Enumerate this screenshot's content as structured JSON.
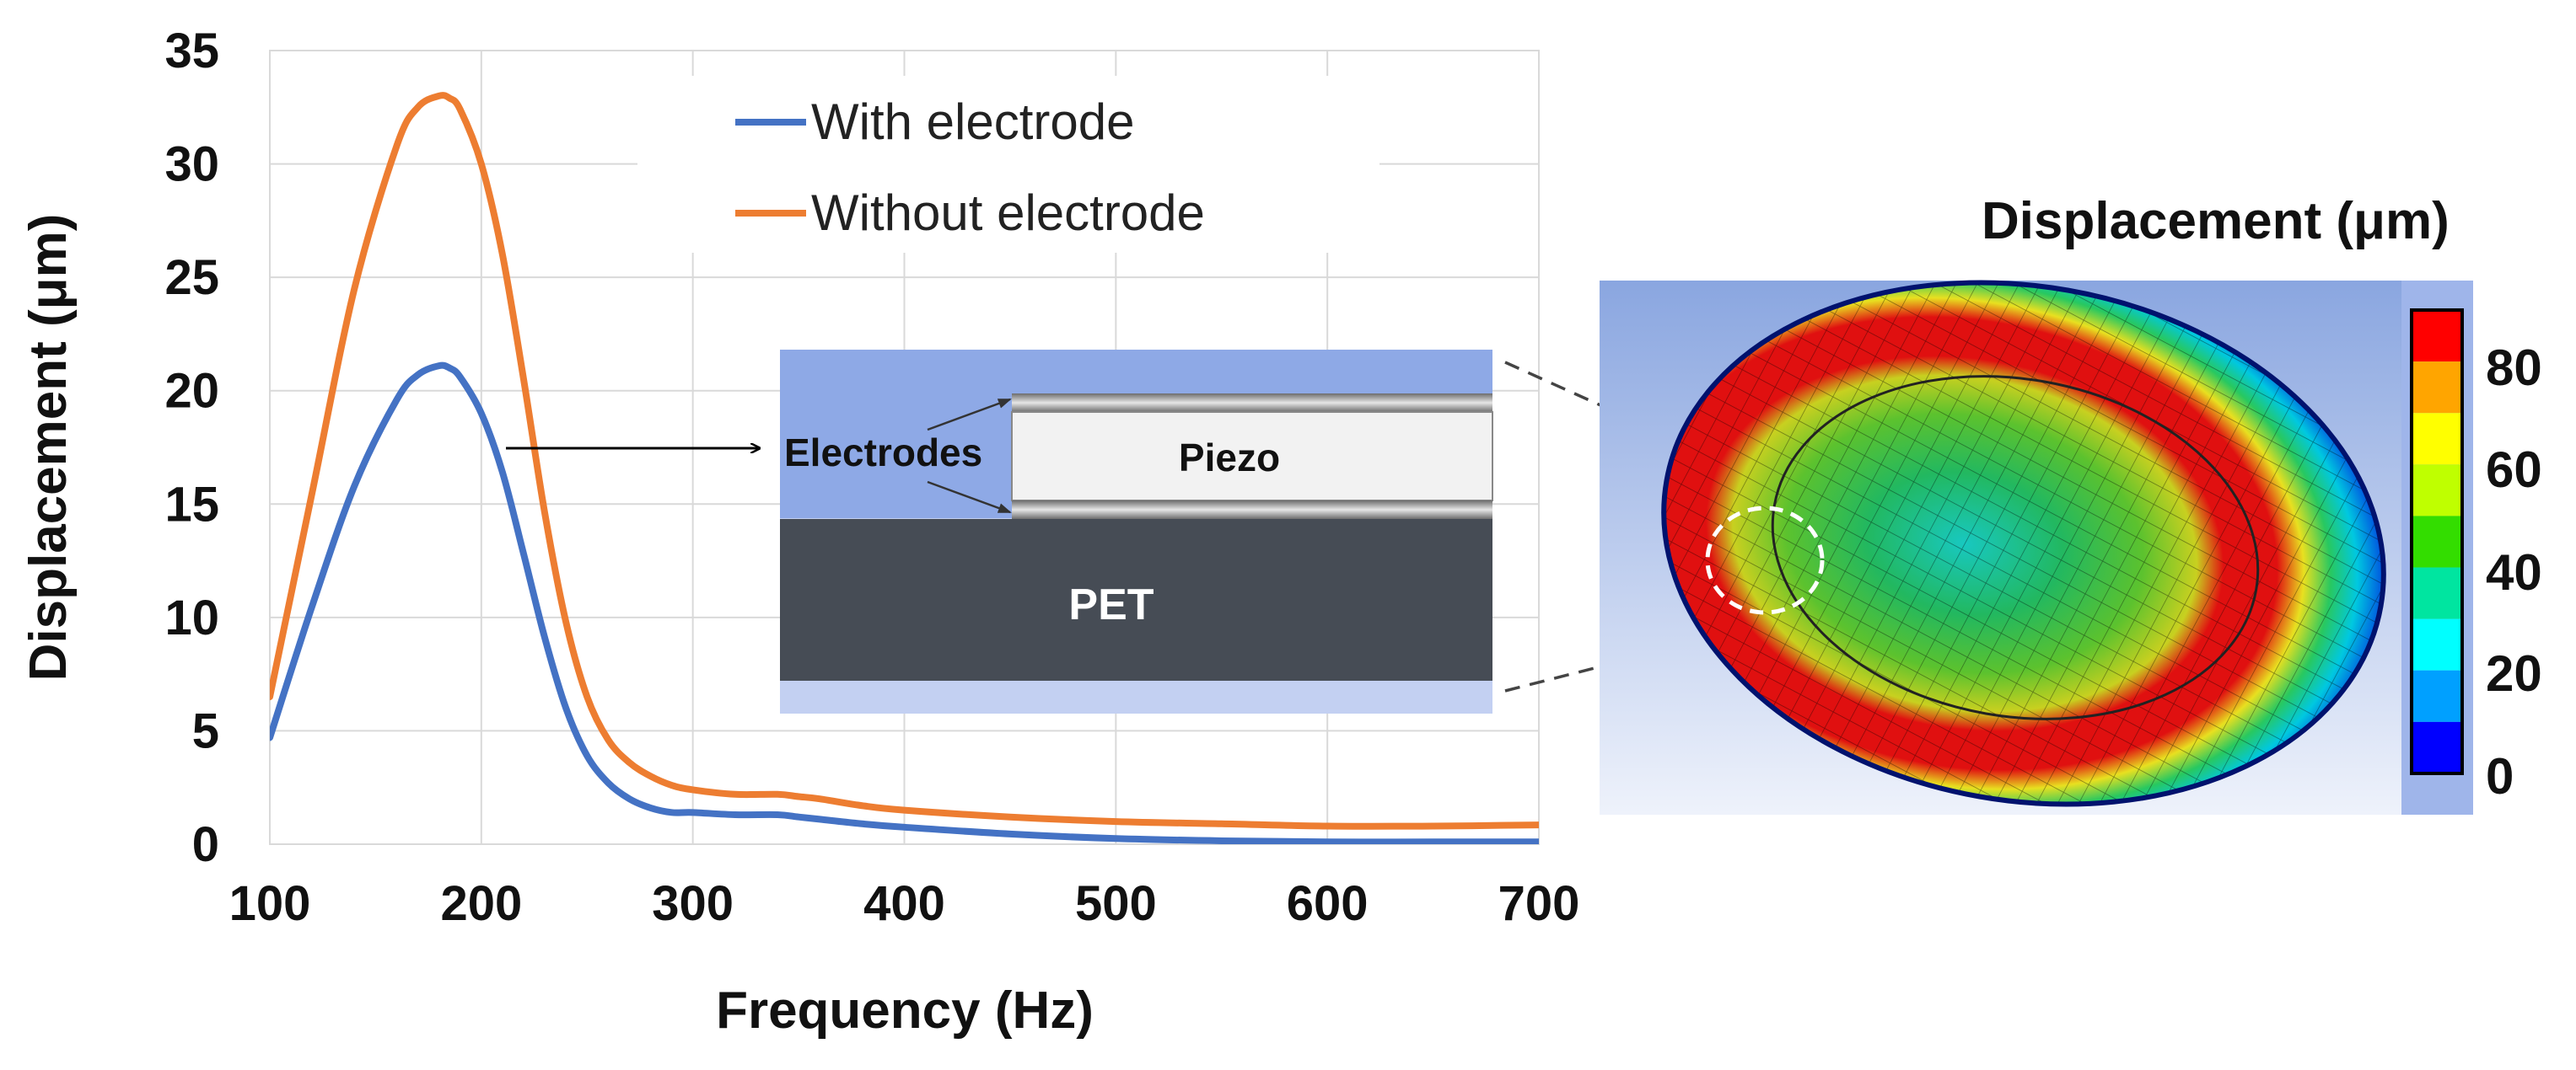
{
  "chart_data": {
    "type": "line",
    "title": "",
    "xlabel": "Frequency (Hz)",
    "ylabel": "Displacement (μm)",
    "xlim": [
      100,
      700
    ],
    "ylim": [
      0,
      35
    ],
    "xticks": [
      100,
      200,
      300,
      400,
      500,
      600,
      700
    ],
    "yticks": [
      0,
      5,
      10,
      15,
      20,
      25,
      30,
      35
    ],
    "grid": true,
    "legend_position": "top-center",
    "series": [
      {
        "name": "With electrode",
        "color": "#4472C4",
        "x": [
          100,
          120,
          140,
          160,
          170,
          180,
          185,
          190,
          200,
          210,
          220,
          230,
          240,
          250,
          260,
          270,
          280,
          290,
          300,
          320,
          340,
          350,
          360,
          380,
          400,
          450,
          500,
          550,
          600,
          650,
          700
        ],
        "y": [
          4.7,
          10.5,
          15.8,
          19.6,
          20.7,
          21.1,
          21.0,
          20.6,
          19.0,
          16.4,
          12.8,
          9.1,
          6.0,
          3.9,
          2.7,
          2.0,
          1.6,
          1.4,
          1.4,
          1.3,
          1.3,
          1.2,
          1.1,
          0.9,
          0.75,
          0.45,
          0.25,
          0.15,
          0.1,
          0.1,
          0.1
        ]
      },
      {
        "name": "Without electrode",
        "color": "#ED7D31",
        "x": [
          100,
          120,
          140,
          160,
          170,
          180,
          185,
          190,
          200,
          210,
          220,
          230,
          240,
          250,
          260,
          270,
          280,
          290,
          300,
          320,
          340,
          350,
          360,
          380,
          400,
          450,
          500,
          550,
          600,
          650,
          700
        ],
        "y": [
          6.5,
          15.5,
          24.5,
          30.8,
          32.5,
          33.0,
          32.9,
          32.4,
          30.0,
          26.0,
          20.5,
          14.6,
          9.8,
          6.5,
          4.6,
          3.6,
          3.0,
          2.6,
          2.4,
          2.2,
          2.2,
          2.1,
          2.0,
          1.7,
          1.5,
          1.2,
          1.0,
          0.9,
          0.8,
          0.8,
          0.85
        ]
      }
    ]
  },
  "inset": {
    "electrodes_label": "Electrodes",
    "piezo_label": "Piezo",
    "pet_label": "PET"
  },
  "contour": {
    "title": "Displacement (μm)",
    "colorbar_ticks": [
      "80",
      "60",
      "40",
      "20",
      "0"
    ],
    "colorbar_colors": [
      "#FF0000",
      "#FFA500",
      "#FFFF00",
      "#BFFF00",
      "#33DD00",
      "#00E5A0",
      "#00FFFF",
      "#00A0FF",
      "#0000FF"
    ]
  }
}
